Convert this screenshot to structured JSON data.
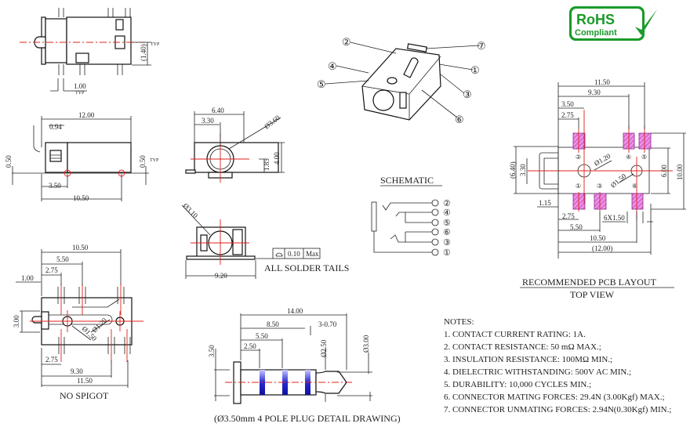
{
  "logo": {
    "line1": "RoHS",
    "line2": "Compliant",
    "color": "#1a9a2a"
  },
  "top_view": {
    "dim_140": "(1.40)",
    "typ1": "TYP",
    "dim_100": "1.00",
    "typ2": "TYP"
  },
  "side_view": {
    "dim_1200": "12.00",
    "dim_094": "0.94",
    "dim_050a": "0.50",
    "dim_050b": "0.50",
    "typ": "TYP",
    "dim_350": "3.50",
    "dim_1050": "10.50"
  },
  "front_view": {
    "dim_640": "6.40",
    "dim_330": "3.30",
    "dim_d360": "Ø3.60",
    "dim_185": "1.85",
    "dim_400": "4.00"
  },
  "rear_view": {
    "dim_d310": "Ø3.10",
    "dim_920": "9.20",
    "flatness_value": "0.10",
    "flatness_max": "Max",
    "caption": "ALL SOLDER TAILS"
  },
  "no_spigot": {
    "dim_1050": "10.50",
    "dim_550": "5.50",
    "dim_275a": "2.75",
    "dim_100": "1.00",
    "dim_300": "3.00",
    "dim_d150": "Ø1.50",
    "dim_d120": "Ø1.20",
    "dim_275b": "2.75",
    "dim_930": "9.30",
    "dim_1150": "11.50",
    "caption": "NO SPIGOT"
  },
  "plug": {
    "dim_1400": "14.00",
    "dim_850": "8.50",
    "dim_550": "5.50",
    "dim_250": "2.50",
    "dim_3070": "3-0.70",
    "dim_d250": "Ø2.50",
    "dim_d300": "Ø3.00",
    "dim_350": "3.50",
    "caption": "(Ø3.50mm 4 POLE PLUG DETAIL DRAWING)",
    "band_color": "#2a2ad0"
  },
  "iso": {
    "pins": [
      "②",
      "⑦",
      "④",
      "①",
      "⑤",
      "③",
      "⑥"
    ]
  },
  "schematic": {
    "title": "SCHEMATIC",
    "pins": [
      "②",
      "④",
      "⑤",
      "⑥",
      "③",
      "①"
    ]
  },
  "pcb": {
    "dim_1150": "11.50",
    "dim_930": "9.30",
    "dim_350": "3.50",
    "dim_275a": "2.75",
    "dim_640": "(6.40)",
    "dim_330": "3.30",
    "dim_d120": "Ø1.20",
    "dim_d150": "Ø1.50",
    "dim_600": "6.00",
    "dim_1000": "10.00",
    "dim_115": "1.15",
    "dim_275b": "2.75",
    "dim_6x150": "6X1.50",
    "dim_550": "5.50",
    "dim_1050": "10.50",
    "dim_1200": "(12.00)",
    "pad_labels": [
      "②",
      "④",
      "⑤",
      "①",
      "③",
      "⑥"
    ],
    "title": "RECOMMENDED PCB LAYOUT",
    "subtitle": "TOP VIEW",
    "pad_color": "#d040c0"
  },
  "notes": {
    "title": "NOTES:",
    "items": [
      "1. CONTACT CURRENT RATING: 1A.",
      "2. CONTACT RESISTANCE: 50 mΩ MAX.;",
      "3. INSULATION RESISTANCE: 100MΩ MIN.;",
      "4. DIELECTRIC WITHSTANDING: 500V AC MIN.;",
      "5. DURABILITY: 10,000 CYCLES MIN.;",
      "6. CONNECTOR MATING FORCES: 29.4N (3.00Kgf) MAX.;",
      "7. CONNECTOR UNMATING FORCES: 2.94N(0.30Kgf) MIN.;"
    ]
  }
}
